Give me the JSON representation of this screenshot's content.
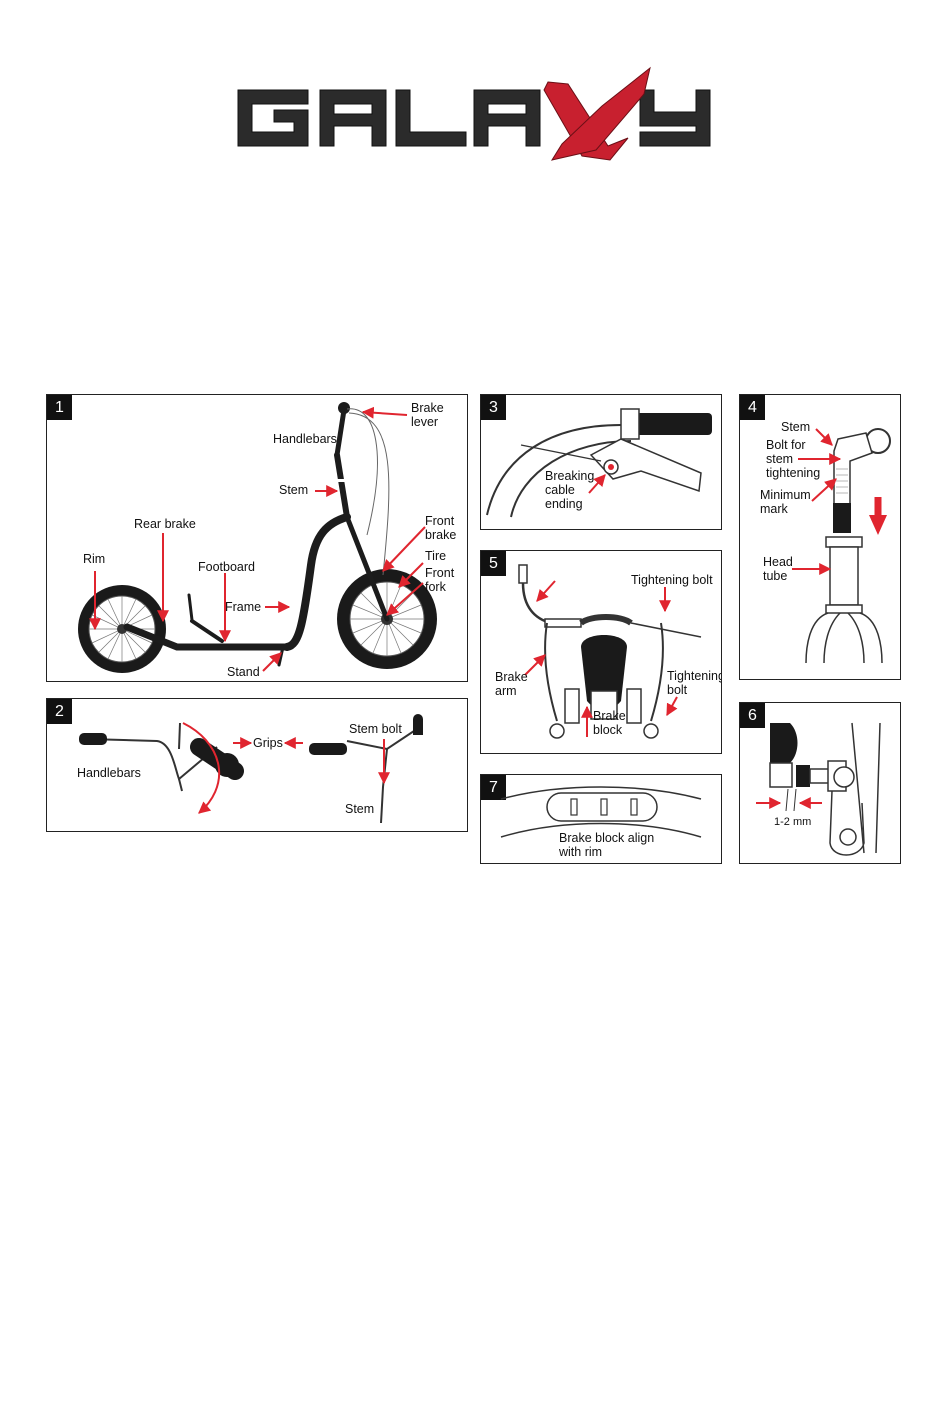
{
  "brand": {
    "logo_text": "GALAXY",
    "colors": {
      "dark": "#2b2b2b",
      "accent": "#c8202f",
      "arrow": "#e0252f"
    }
  },
  "panels": [
    {
      "number": "1",
      "labels": {
        "brake_lever": "Brake\nlever",
        "handlebars": "Handlebars",
        "stem": "Stem",
        "rear_brake": "Rear brake",
        "rim": "Rim",
        "footboard": "Footboard",
        "frame": "Frame",
        "front_brake": "Front\nbrake",
        "tire": "Tire",
        "front_fork": "Front\nfork",
        "stand": "Stand"
      }
    },
    {
      "number": "2",
      "labels": {
        "grips": "Grips",
        "handlebars": "Handlebars",
        "stem_bolt": "Stem bolt",
        "stem": "Stem"
      }
    },
    {
      "number": "3",
      "labels": {
        "breaking_cable_ending": "Breaking\ncable\nending"
      }
    },
    {
      "number": "4",
      "labels": {
        "stem": "Stem",
        "bolt": "Bolt for\nstem\ntightening",
        "minimum_mark": "Minimum\nmark",
        "head_tube": "Head\ntube"
      }
    },
    {
      "number": "5",
      "labels": {
        "tightening_bolt_top": "Tightening bolt",
        "brake_arm": "Brake\narm",
        "brake_block": "Brake\nblock",
        "tightening_bolt_side": "Tightening\nbolt"
      }
    },
    {
      "number": "6",
      "labels": {
        "gap": "1-2 mm"
      }
    },
    {
      "number": "7",
      "labels": {
        "align": "Brake block align\nwith rim"
      }
    }
  ]
}
